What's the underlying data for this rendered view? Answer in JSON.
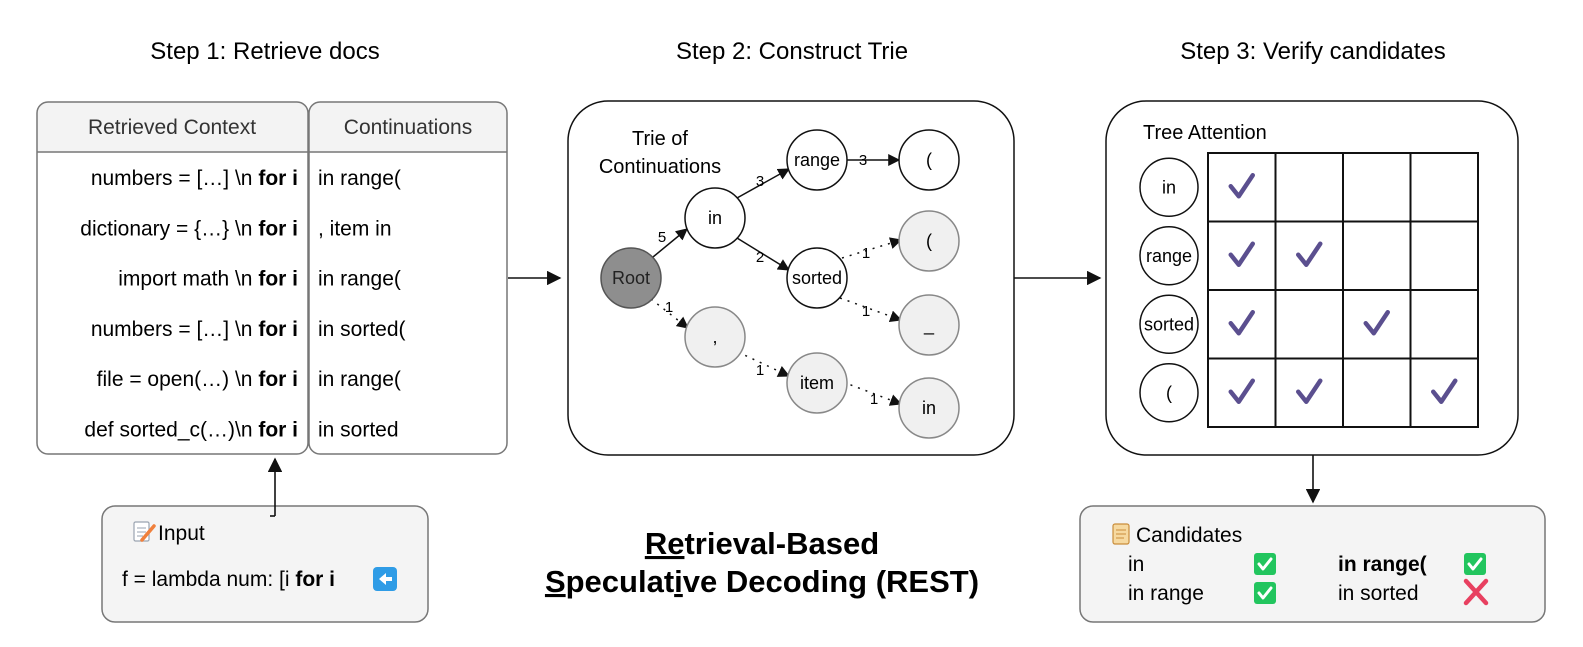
{
  "steps": {
    "step1": "Step 1: Retrieve docs",
    "step2": "Step 2: Construct Trie",
    "step3": "Step 3: Verify candidates"
  },
  "retrieval_table": {
    "header_context": "Retrieved Context",
    "header_continuations": "Continuations",
    "rows": [
      {
        "context": "numbers = […] \\n ",
        "bold": "for i",
        "continuation": "in range("
      },
      {
        "context": "dictionary = {…} \\n ",
        "bold": "for i",
        "continuation": ", item in"
      },
      {
        "context": "import math \\n ",
        "bold": "for i",
        "continuation": "in range("
      },
      {
        "context": "numbers = […] \\n ",
        "bold": "for i",
        "continuation": "in sorted("
      },
      {
        "context": "file = open(…) \\n ",
        "bold": "for i",
        "continuation": "in range("
      },
      {
        "context": "def sorted_c(…)\\n ",
        "bold": "for i",
        "continuation": "in sorted"
      }
    ]
  },
  "input_box": {
    "label": "Input",
    "icon": "memo-pencil-icon",
    "text_prefix": "f = lambda num: [i ",
    "text_bold": "for i",
    "cursor_icon": "left-arrow-icon"
  },
  "trie": {
    "title_line1": "Trie of",
    "title_line2": "Continuations",
    "nodes": {
      "root": "Root",
      "in": "in",
      "range": "range",
      "paren1": "(",
      "sorted": "sorted",
      "paren2": "(",
      "underscore": "_",
      "comma": ",",
      "item": "item",
      "in2": "in"
    },
    "edges": {
      "root_in": "5",
      "in_range": "3",
      "range_paren": "3",
      "in_sorted": "2",
      "sorted_paren": "1",
      "sorted_underscore": "1",
      "root_comma": "1",
      "comma_item": "1",
      "item_in": "1"
    }
  },
  "tree_attention": {
    "title": "Tree Attention",
    "tokens": [
      "in",
      "range",
      "sorted",
      "("
    ],
    "mask": [
      [
        1,
        0,
        0,
        0
      ],
      [
        1,
        1,
        0,
        0
      ],
      [
        1,
        0,
        1,
        0
      ],
      [
        1,
        1,
        0,
        1
      ]
    ]
  },
  "candidates": {
    "label": "Candidates",
    "icon": "scroll-icon",
    "items": [
      {
        "text": "in",
        "status": "accepted",
        "bold": false
      },
      {
        "text": "in range",
        "status": "accepted",
        "bold": false
      },
      {
        "text": "in range(",
        "status": "accepted",
        "bold": true
      },
      {
        "text": "in sorted",
        "status": "rejected",
        "bold": false
      }
    ]
  },
  "main_title": {
    "line1_u": "Re",
    "line1_rest": "trieval-Based",
    "line2_u1": "S",
    "line2_mid": "peculat",
    "line2_u2": "i",
    "line2_rest": "ve Decoding (REST)"
  },
  "colors": {
    "check": "#5b4f8f",
    "accept_box": "#22c55e",
    "reject": "#e84060",
    "root_fill": "#8e8e8e",
    "gray_node": "#f0f0f0",
    "panel_fill": "#f4f4f4",
    "header_fill": "#f3f3f3"
  }
}
